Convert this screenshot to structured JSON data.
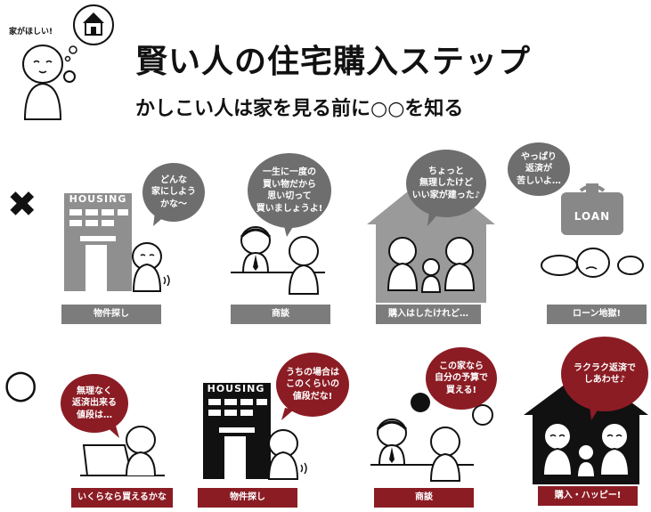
{
  "header": {
    "title": "賢い人の住宅購入ステップ",
    "subtitle": "かしこい人は家を見る前に○○を知る",
    "speech": "家がほしい!"
  },
  "marks": {
    "bad": "✖",
    "good": "○"
  },
  "bad_row": {
    "steps": [
      {
        "caption": "物件探し",
        "bubble": "どんな\n家にしよう\nかな〜",
        "sign": "HOUSING"
      },
      {
        "caption": "商談",
        "bubble": "一生に一度の\n買い物だから\n思い切って\n買いましょうよ!"
      },
      {
        "caption": "購入はしたけれど…",
        "bubble": "ちょっと\n無理したけど\nいい家が建った♪"
      },
      {
        "caption": "ローン地獄!",
        "bubble": "やっぱり\n返済が\n苦しいよ…",
        "sign": "LOAN"
      }
    ]
  },
  "good_row": {
    "steps": [
      {
        "caption": "いくらなら買えるかな",
        "bubble": "無理なく\n返済出来る\n値段は…"
      },
      {
        "caption": "物件探し",
        "bubble": "うちの場合は\nこのくらいの\n値段だな!",
        "sign": "HOUSING"
      },
      {
        "caption": "商談",
        "bubble": "この家なら\n自分の予算で\n買える!"
      },
      {
        "caption": "購入・ハッピー!",
        "bubble": "ラクラク返済で\nしあわせ♪"
      }
    ]
  },
  "colors": {
    "bad_gray": "#7c7c7c",
    "good_red": "#8b1c24",
    "black": "#111111"
  }
}
